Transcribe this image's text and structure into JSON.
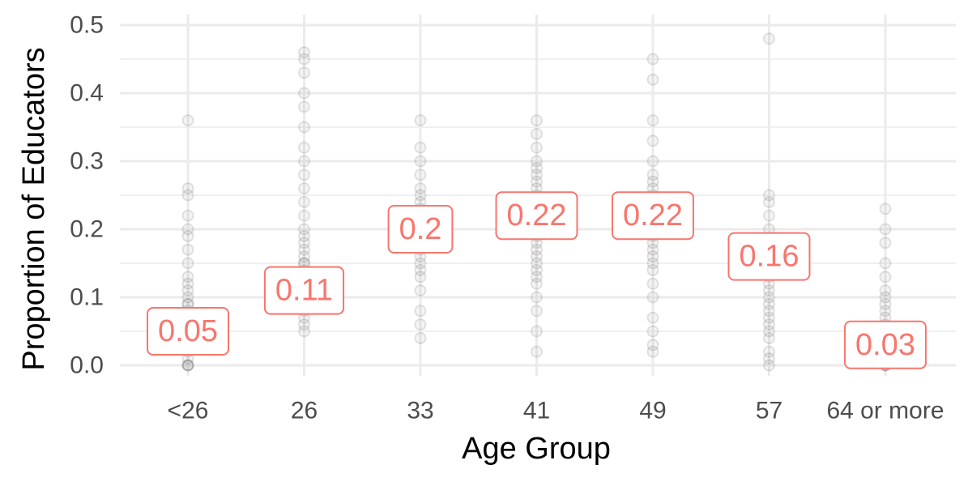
{
  "chart_data": {
    "type": "scatter",
    "title": "",
    "xlabel": "Age Group",
    "ylabel": "Proportion of Educators",
    "categories": [
      "<26",
      "26",
      "33",
      "41",
      "49",
      "57",
      "64 or more"
    ],
    "ylim": [
      0,
      0.5
    ],
    "yticks": [
      0,
      0.1,
      0.2,
      0.3,
      0.4,
      0.5
    ],
    "ytick_labels": [
      "0.0",
      "0.1",
      "0.2",
      "0.3",
      "0.4",
      "0.5"
    ],
    "grid": true,
    "legend": "none",
    "mean_labels": [
      {
        "category": "<26",
        "value": 0.05,
        "label": "0.05"
      },
      {
        "category": "26",
        "value": 0.11,
        "label": "0.11"
      },
      {
        "category": "33",
        "value": 0.2,
        "label": "0.2"
      },
      {
        "category": "41",
        "value": 0.22,
        "label": "0.22"
      },
      {
        "category": "49",
        "value": 0.22,
        "label": "0.22"
      },
      {
        "category": "57",
        "value": 0.16,
        "label": "0.16"
      },
      {
        "category": "64 or more",
        "value": 0.03,
        "label": "0.03"
      }
    ],
    "points": [
      {
        "category": "<26",
        "values": [
          0.0,
          0.0,
          0.0,
          0.01,
          0.02,
          0.03,
          0.04,
          0.05,
          0.06,
          0.07,
          0.08,
          0.09,
          0.09,
          0.1,
          0.11,
          0.12,
          0.13,
          0.15,
          0.17,
          0.19,
          0.2,
          0.22,
          0.25,
          0.26,
          0.36
        ]
      },
      {
        "category": "26",
        "values": [
          0.05,
          0.06,
          0.07,
          0.08,
          0.09,
          0.1,
          0.11,
          0.12,
          0.13,
          0.14,
          0.15,
          0.15,
          0.16,
          0.17,
          0.18,
          0.19,
          0.2,
          0.22,
          0.24,
          0.26,
          0.28,
          0.3,
          0.32,
          0.35,
          0.38,
          0.4,
          0.43,
          0.45,
          0.46
        ]
      },
      {
        "category": "33",
        "values": [
          0.04,
          0.06,
          0.08,
          0.11,
          0.13,
          0.14,
          0.15,
          0.16,
          0.17,
          0.18,
          0.19,
          0.2,
          0.21,
          0.22,
          0.23,
          0.24,
          0.25,
          0.26,
          0.28,
          0.3,
          0.32,
          0.36
        ]
      },
      {
        "category": "41",
        "values": [
          0.02,
          0.05,
          0.08,
          0.1,
          0.12,
          0.13,
          0.14,
          0.15,
          0.16,
          0.17,
          0.18,
          0.19,
          0.2,
          0.21,
          0.22,
          0.23,
          0.24,
          0.25,
          0.26,
          0.27,
          0.28,
          0.29,
          0.3,
          0.32,
          0.34,
          0.36
        ]
      },
      {
        "category": "49",
        "values": [
          0.02,
          0.03,
          0.05,
          0.07,
          0.1,
          0.12,
          0.14,
          0.15,
          0.16,
          0.17,
          0.18,
          0.19,
          0.2,
          0.21,
          0.22,
          0.23,
          0.24,
          0.25,
          0.26,
          0.27,
          0.28,
          0.3,
          0.33,
          0.36,
          0.42,
          0.45
        ]
      },
      {
        "category": "57",
        "values": [
          0.0,
          0.01,
          0.02,
          0.04,
          0.05,
          0.06,
          0.07,
          0.08,
          0.09,
          0.1,
          0.11,
          0.12,
          0.13,
          0.14,
          0.15,
          0.16,
          0.18,
          0.2,
          0.22,
          0.24,
          0.25,
          0.48
        ]
      },
      {
        "category": "64 or more",
        "values": [
          0.0,
          0.0,
          0.0,
          0.01,
          0.02,
          0.03,
          0.04,
          0.05,
          0.06,
          0.07,
          0.08,
          0.09,
          0.1,
          0.11,
          0.13,
          0.15,
          0.18,
          0.2,
          0.23
        ]
      }
    ],
    "colors": {
      "point": "#3f3f3f",
      "label": "#f8766d",
      "grid": "#ebebeb",
      "label_bg": "#ffffff"
    }
  }
}
